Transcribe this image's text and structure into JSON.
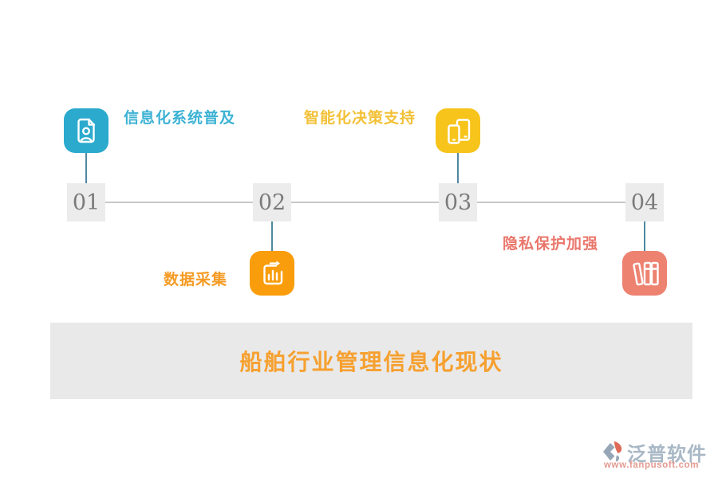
{
  "page": {
    "background": "#ffffff"
  },
  "timeline": {
    "line_color": "#c8c8c8",
    "connector_color": "#4f8aa0",
    "number_box_background": "#ececec",
    "number_color": "#7b7b7b",
    "steps": [
      {
        "number": "01",
        "label": "信息化系统普及",
        "icon": "document-user-icon",
        "color": "#2baace",
        "label_color": "#3cb2d4",
        "icon_position": "above-line"
      },
      {
        "number": "02",
        "label": "数据采集",
        "icon": "chart-sync-icon",
        "color": "#f99d0c",
        "label_color": "#f59b24",
        "icon_position": "below-line"
      },
      {
        "number": "03",
        "label": "智能化决策支持",
        "icon": "devices-icon",
        "color": "#f7c41c",
        "label_color": "#f3c137",
        "icon_position": "above-line"
      },
      {
        "number": "04",
        "label": "隐私保护加强",
        "icon": "books-icon",
        "color": "#ed8271",
        "label_color": "#ea776c",
        "icon_position": "below-line"
      }
    ]
  },
  "banner": {
    "title": "船舶行业管理信息化现状",
    "text_color": "#f6a02f",
    "background": "#e9e9e9"
  },
  "watermark": {
    "brand": "泛普软件",
    "url": "www.fanpusoft.com",
    "brand_color": "#a9b8c6",
    "url_color": "#e29a90"
  }
}
